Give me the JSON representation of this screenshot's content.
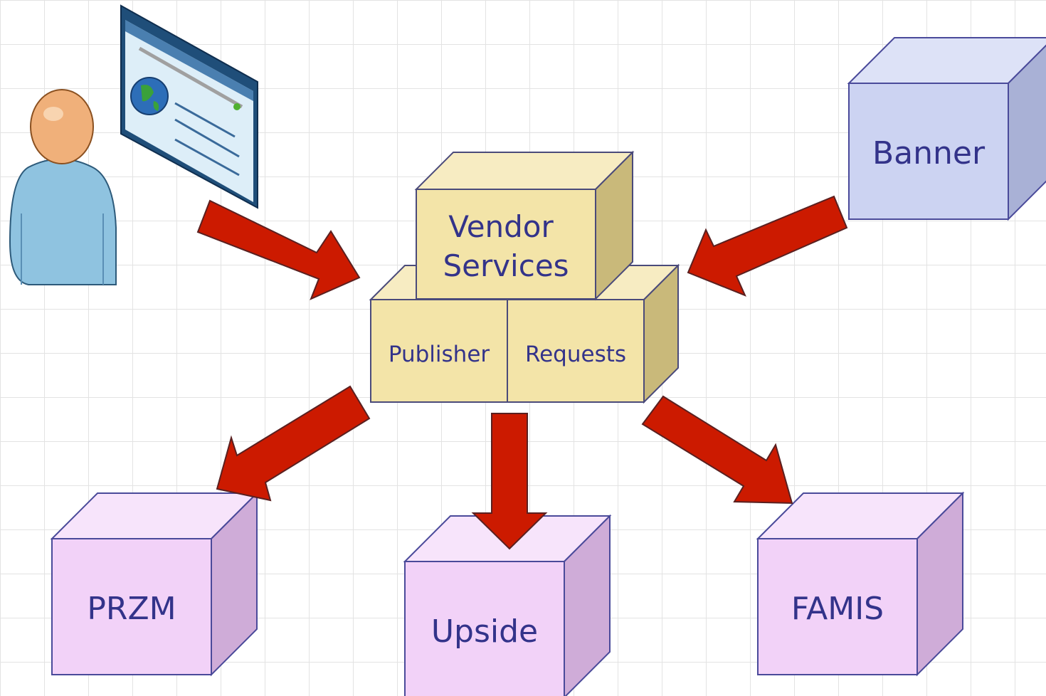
{
  "diagram": {
    "central": {
      "top_box_line1": "Vendor",
      "top_box_line2": "Services",
      "left_box": "Publisher",
      "right_box": "Requests"
    },
    "source_system": "Banner",
    "target_systems": [
      "PRZM",
      "Upside",
      "FAMIS"
    ],
    "colors": {
      "arrow": "#cc1a00",
      "central_box": "#f3e4a8",
      "source_box": "#ccd3f2",
      "target_box": "#f2d2f8",
      "text": "#33338a"
    }
  }
}
